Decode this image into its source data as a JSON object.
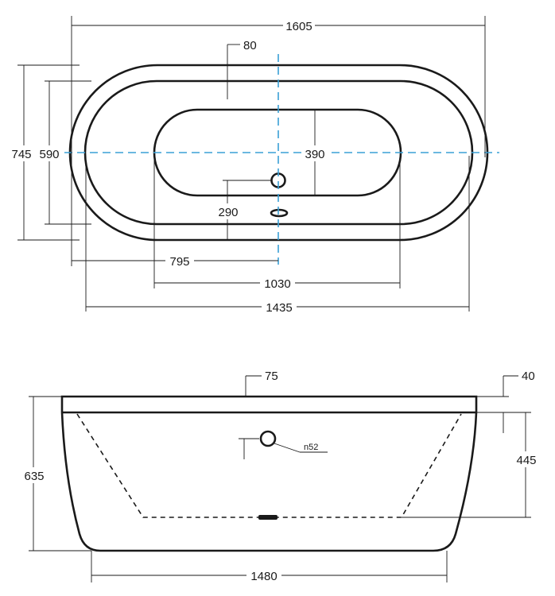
{
  "colors": {
    "line": "#1a1a1a",
    "centerline": "#3aa0d6",
    "background": "#ffffff"
  },
  "top_view": {
    "overall_length": "1605",
    "overall_width": "745",
    "rim_width": "80",
    "inner_width": "590",
    "basin_width": "390",
    "drain_offset": "290",
    "half_length": "795",
    "basin_length": "1030",
    "inner_length": "1435"
  },
  "side_view": {
    "rim_thickness": "75",
    "lip_height": "40",
    "height": "635",
    "inner_depth": "445",
    "overflow_diameter": "n52",
    "base_length": "1480"
  }
}
